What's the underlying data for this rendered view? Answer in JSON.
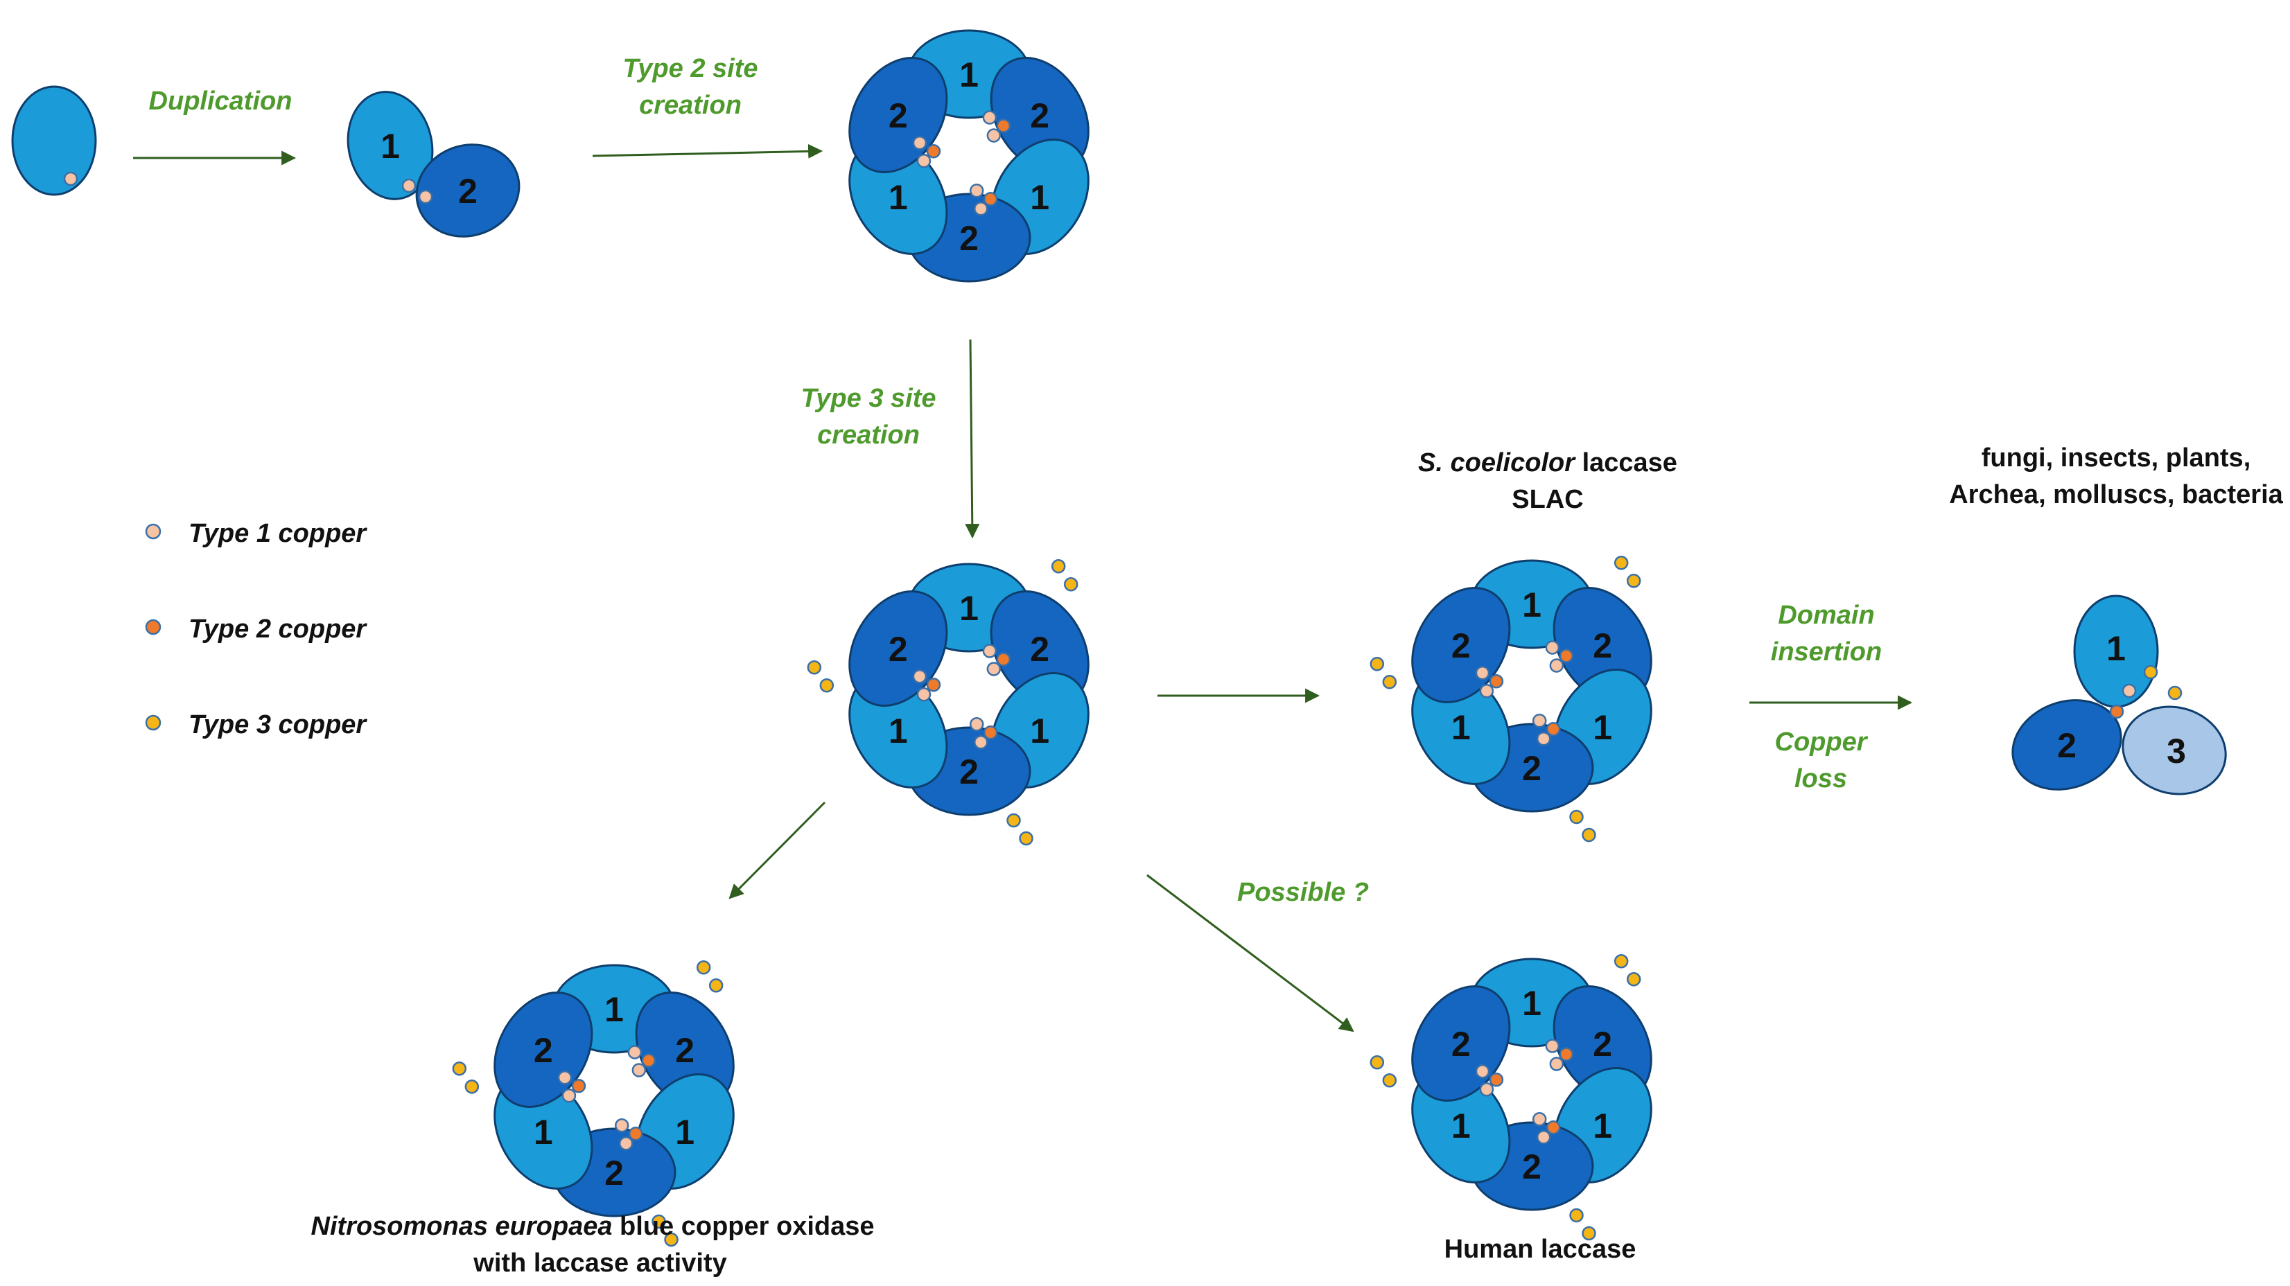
{
  "colors": {
    "domain1": "#1B9CD8",
    "domain2": "#1566C0",
    "domain3": "#A8C6E8",
    "outline": "#0E3E6E",
    "type1_copper": "#F6C3A4",
    "type2_copper": "#F07A2B",
    "type3_copper": "#F6B516",
    "arrow": "#2F5E1E",
    "step_label": "#4E9A2C",
    "text": "#111111"
  },
  "step_labels": {
    "duplication": [
      "Duplication"
    ],
    "type2_site": [
      "Type 2 site",
      "creation"
    ],
    "type3_site": [
      "Type 3 site",
      "creation"
    ],
    "domain_insertion": [
      "Domain",
      "insertion"
    ],
    "copper_loss": [
      "Copper",
      "loss"
    ],
    "possible": [
      "Possible ?"
    ]
  },
  "domain_labels": {
    "d1": "1",
    "d2": "2",
    "d3": "3"
  },
  "legend": {
    "items": [
      {
        "label": "Type 1 copper",
        "color_key": "type1_copper"
      },
      {
        "label": "Type 2 copper",
        "color_key": "type2_copper"
      },
      {
        "label": "Type 3 copper",
        "color_key": "type3_copper"
      }
    ]
  },
  "organisms": {
    "slac": {
      "line1_italic": "S. coelicolor",
      "line1_rest": " laccase",
      "line2": "SLAC"
    },
    "groups": {
      "line1": "fungi, insects, plants,",
      "line2": "Archea, molluscs, bacteria"
    },
    "nitrosomonas": {
      "line1_italic": "Nitrosomonas europaea",
      "line1_rest": " blue copper oxidase",
      "line2": "with laccase activity"
    },
    "human": {
      "line1": "Human laccase"
    }
  }
}
